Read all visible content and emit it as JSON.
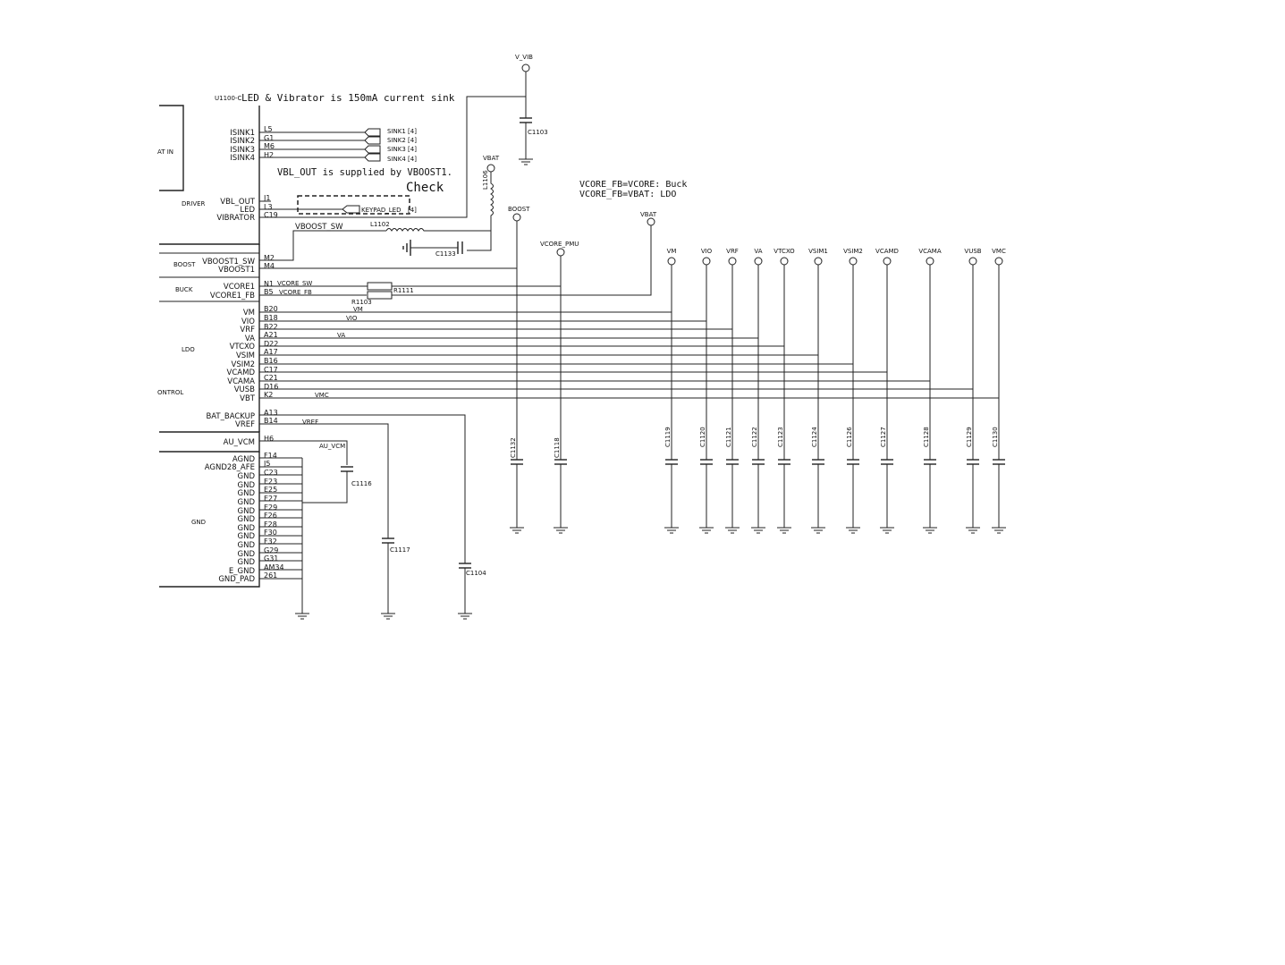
{
  "header": {
    "ref": "U1100-C",
    "note": "LED & Vibrator is 150mA current sink"
  },
  "notes": {
    "vbl": "VBL_OUT is supplied by VBOOST1.",
    "check": "Check",
    "vcore1": "VCORE_FB=VCORE: Buck",
    "vcore2": "VCORE_FB=VBAT: LDO"
  },
  "blocks": {
    "at_in": "AT IN",
    "driver": "DRIVER",
    "boost": "BOOST",
    "buck": "BUCK",
    "ldo": "LDO",
    "control": "ONTROL",
    "gnd": "GND"
  },
  "pins": {
    "isink1": "ISINK1",
    "isink2": "ISINK2",
    "isink3": "ISINK3",
    "isink4": "ISINK4",
    "vbl_out": "VBL_OUT",
    "led": "LED",
    "vibrator": "VIBRATOR",
    "vboost1_sw": "VBOOST1_SW",
    "vboost1": "VBOOST1",
    "vcore1": "VCORE1",
    "vcore1_fb": "VCORE1_FB",
    "vm": "VM",
    "vio": "VIO",
    "vrf": "VRF",
    "va": "VA",
    "vtcxo": "VTCXO",
    "vsim": "VSIM",
    "vsim2": "VSIM2",
    "vcamd": "VCAMD",
    "vcama": "VCAMA",
    "vusb": "VUSB",
    "vbt": "VBT",
    "bat_backup": "BAT_BACKUP",
    "vref": "VREF",
    "au_vcm": "AU_VCM",
    "agnd": "AGND",
    "agnd28": "AGND28_AFE",
    "gnd": "GND",
    "e_gnd": "E_GND",
    "gnd_pad": "GND_PAD"
  },
  "pin_numbers": {
    "l5": "L5",
    "g1": "G1",
    "m6": "M6",
    "h2": "H2",
    "j1": "J1",
    "l3": "L3",
    "c19": "C19",
    "m2": "M2",
    "m4": "M4",
    "n1": "N1",
    "b5": "B5",
    "b20": "B20",
    "b18": "B18",
    "b22": "B22",
    "a21": "A21",
    "d22": "D22",
    "a17": "A17",
    "b16": "B16",
    "c17": "C17",
    "c21": "C21",
    "d16": "D16",
    "k2": "K2",
    "a13": "A13",
    "b14": "B14",
    "h6": "H6",
    "f14": "F14",
    "j5": "J5",
    "c23": "C23",
    "e23": "E23",
    "e25": "E25",
    "e27": "E27",
    "e29": "E29",
    "f26": "F26",
    "f28": "F28",
    "f30": "F30",
    "f32": "F32",
    "g29": "G29",
    "g31": "G31",
    "am34": "AM34",
    "p261": "261"
  },
  "nets": {
    "sink1": "SINK1 [4]",
    "sink2": "SINK2 [4]",
    "sink3": "SINK3 [4]",
    "sink4": "SINK4 [4]",
    "keypad_led": "KEYPAD_LED",
    "keypad_ref": "[4]",
    "v_vib": "V_VIB",
    "vbat": "VBAT",
    "boost": "BOOST",
    "vcore_pmu": "VCORE_PMU",
    "vboost_sw": "VBOOST_SW",
    "vcore_sw": "VCORE_SW",
    "vcore_fb": "VCORE_FB",
    "vm": "VM",
    "vio": "VIO",
    "va": "VA",
    "vmc": "VMC",
    "vref": "VREF",
    "au_vcm": "AU_VCM"
  },
  "components": {
    "c1103": "C1103",
    "l1106": "L1106",
    "l1102": "L1102",
    "c1133": "C1133",
    "r1111": "R1111",
    "r1103": "R1103",
    "c1132": "C1132",
    "c1118a": "C1118",
    "c1116": "C1116",
    "c1117": "C1117",
    "c1104": "C1104"
  },
  "rails": [
    {
      "net": "VM",
      "cap": "C1119"
    },
    {
      "net": "VIO",
      "cap": "C1120"
    },
    {
      "net": "VRF",
      "cap": "C1121"
    },
    {
      "net": "VA",
      "cap": "C1122"
    },
    {
      "net": "VTCXO",
      "cap": "C1123"
    },
    {
      "net": "VSIM1",
      "cap": "C1124"
    },
    {
      "net": "VSIM2",
      "cap": "C1126"
    },
    {
      "net": "VCAMD",
      "cap": "C1127"
    },
    {
      "net": "VCAMA",
      "cap": "C1128"
    },
    {
      "net": "VUSB",
      "cap": "C1129"
    },
    {
      "net": "VMC",
      "cap": "C1130"
    }
  ]
}
